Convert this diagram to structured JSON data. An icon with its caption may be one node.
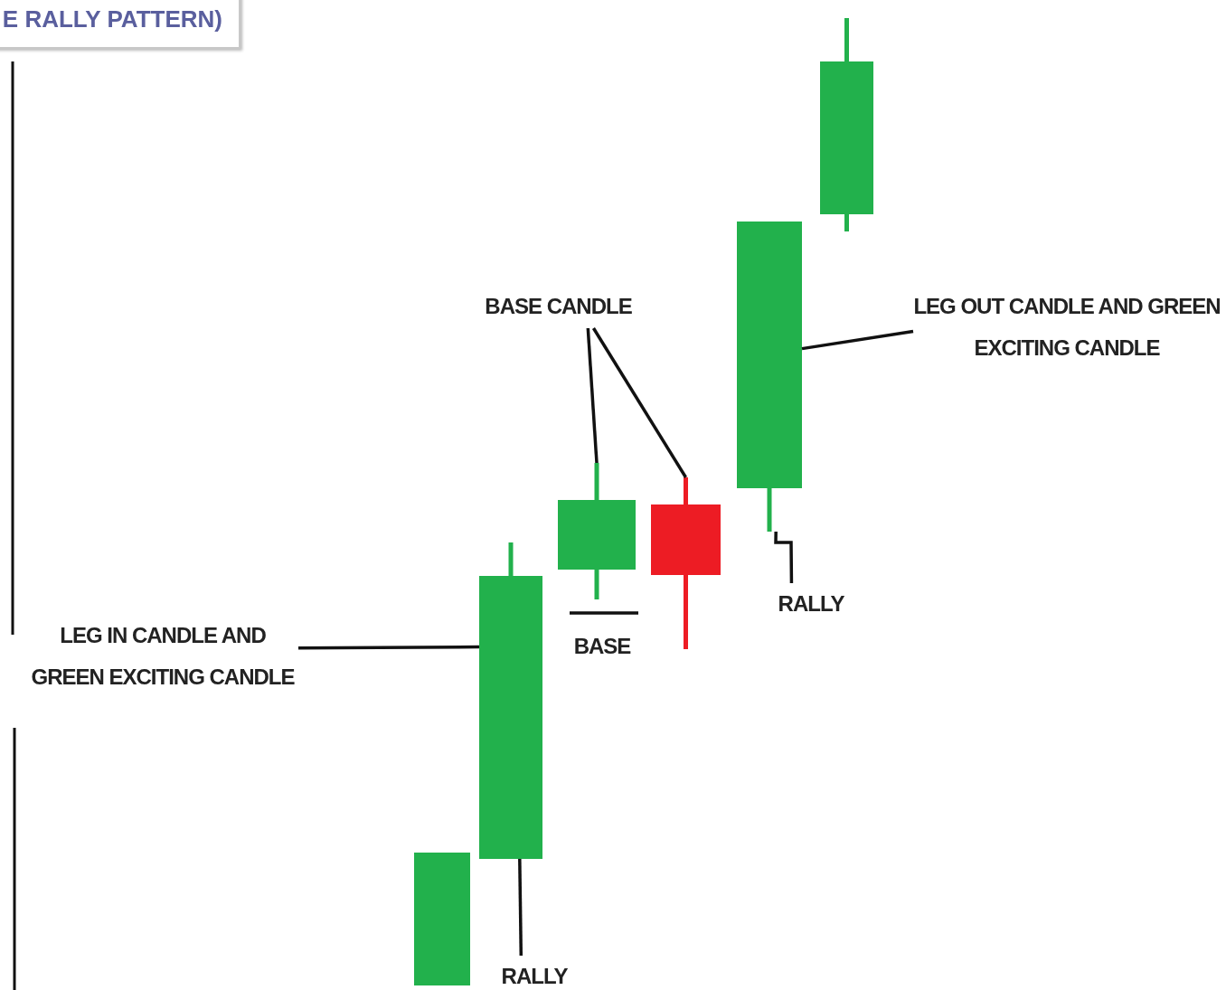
{
  "diagram": {
    "nodes": [
      {
        "text": [
          "E RALLY PATTERN)"
        ]
      },
      {
        "text": [],
        "shape": "bar"
      },
      {
        "text": [],
        "shape": "bar"
      },
      {
        "text": [],
        "shape": "bar"
      },
      {
        "text": [],
        "shape": "bar"
      },
      {
        "text": [],
        "shape": "bar"
      },
      {
        "text": [],
        "shape": "bar"
      },
      {
        "text": [
          "LEG IN CANDLE AND GREEN EXCITING CANDLE"
        ]
      },
      {
        "text": [
          "BASE CANDLE"
        ]
      },
      {
        "text": [
          "RALLY"
        ]
      },
      {
        "text": [
          "LEG OUT CANDLE AND GREEN EXCITING CANDLE"
        ]
      },
      {
        "text": [
          "RALLY"
        ]
      }
    ],
    "edges": [
      {
        "from": 7,
        "to": 2,
        "arrow": "none"
      },
      {
        "from": 8,
        "to": 3,
        "arrow": "none"
      },
      {
        "from": 8,
        "to": 4,
        "arrow": "none"
      },
      {
        "from": 9,
        "to": 5,
        "arrow": "none"
      },
      {
        "from": 10,
        "to": 5,
        "arrow": "none"
      },
      {
        "from": 11,
        "to": 2,
        "arrow": "none"
      }
    ],
    "labels": [
      "BASE"
    ]
  }
}
